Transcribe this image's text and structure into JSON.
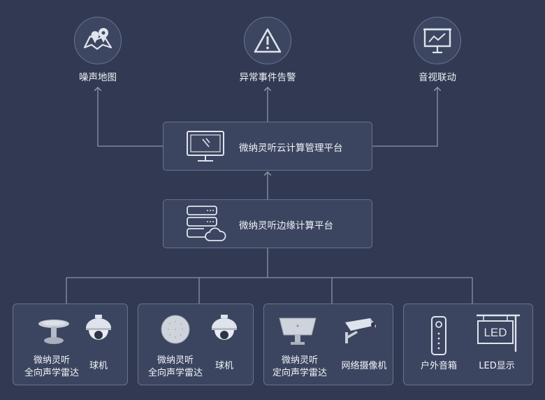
{
  "top_nodes": [
    {
      "id": "noise-map",
      "label": "噪声地图",
      "icon": "map-pin-icon"
    },
    {
      "id": "alarm",
      "label": "异常事件告警",
      "icon": "warning-icon"
    },
    {
      "id": "linkage",
      "label": "音视联动",
      "icon": "presentation-icon"
    }
  ],
  "cloud_platform": {
    "label": "微纳灵听云计算管理平台",
    "icon": "monitor-icon"
  },
  "edge_platform": {
    "label": "微纳灵听边缘计算平台",
    "icon": "server-cloud-icon"
  },
  "panels": [
    {
      "devices": [
        {
          "line1": "微纳灵听",
          "line2": "全向声学雷达",
          "icon": "dish-radar-icon"
        },
        {
          "line1": "球机",
          "line2": "",
          "icon": "dome-camera-icon"
        }
      ]
    },
    {
      "devices": [
        {
          "line1": "微纳灵听",
          "line2": "全向声学雷达",
          "icon": "sphere-radar-icon"
        },
        {
          "line1": "球机",
          "line2": "",
          "icon": "dome-camera-icon"
        }
      ]
    },
    {
      "devices": [
        {
          "line1": "微纳灵听",
          "line2": "定向声学雷达",
          "icon": "directional-radar-icon"
        },
        {
          "line1": "网络摄像机",
          "line2": "",
          "icon": "cctv-camera-icon"
        }
      ]
    },
    {
      "devices": [
        {
          "line1": "户外音箱",
          "line2": "",
          "icon": "speaker-icon"
        },
        {
          "line1": "LED显示",
          "line2": "",
          "icon": "led-sign-icon"
        }
      ]
    }
  ],
  "led_sign_text": "LED",
  "colors": {
    "background": "#313a52",
    "box": "#3b4560",
    "border": "#68738e",
    "line": "#8a93a8"
  }
}
